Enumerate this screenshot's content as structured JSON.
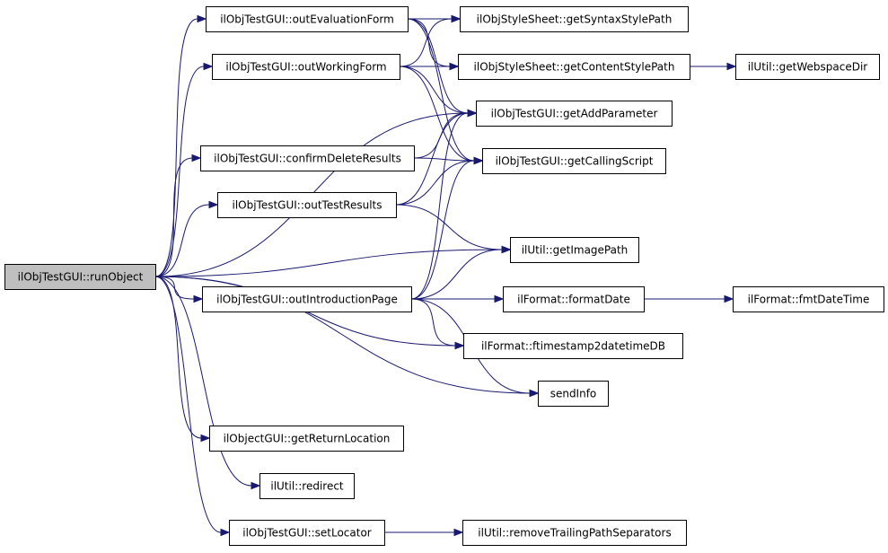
{
  "diagram": {
    "type": "call-graph",
    "edge_color": "#191970",
    "root_fill": "#bfbfbf",
    "nodes": [
      {
        "id": "runObject",
        "label": "ilObjTestGUI::runObject"
      },
      {
        "id": "outEvaluationForm",
        "label": "ilObjTestGUI::outEvaluationForm"
      },
      {
        "id": "outWorkingForm",
        "label": "ilObjTestGUI::outWorkingForm"
      },
      {
        "id": "confirmDeleteResults",
        "label": "ilObjTestGUI::confirmDeleteResults"
      },
      {
        "id": "outTestResults",
        "label": "ilObjTestGUI::outTestResults"
      },
      {
        "id": "outIntroductionPage",
        "label": "ilObjTestGUI::outIntroductionPage"
      },
      {
        "id": "getReturnLocation",
        "label": "ilObjectGUI::getReturnLocation"
      },
      {
        "id": "redirect",
        "label": "ilUtil::redirect"
      },
      {
        "id": "setLocator",
        "label": "ilObjTestGUI::setLocator"
      },
      {
        "id": "getSyntaxStylePath",
        "label": "ilObjStyleSheet::getSyntaxStylePath"
      },
      {
        "id": "getContentStylePath",
        "label": "ilObjStyleSheet::getContentStylePath"
      },
      {
        "id": "getAddParameter",
        "label": "ilObjTestGUI::getAddParameter"
      },
      {
        "id": "getCallingScript",
        "label": "ilObjTestGUI::getCallingScript"
      },
      {
        "id": "getImagePath",
        "label": "ilUtil::getImagePath"
      },
      {
        "id": "formatDate",
        "label": "ilFormat::formatDate"
      },
      {
        "id": "ftimestamp2datetimeDB",
        "label": "ilFormat::ftimestamp2datetimeDB"
      },
      {
        "id": "sendInfo",
        "label": "sendInfo"
      },
      {
        "id": "removeTrailingPathSeparators",
        "label": "ilUtil::removeTrailingPathSeparators"
      },
      {
        "id": "getWebspaceDir",
        "label": "ilUtil::getWebspaceDir"
      },
      {
        "id": "fmtDateTime",
        "label": "ilFormat::fmtDateTime"
      }
    ],
    "edges": [
      {
        "from": "runObject",
        "to": "outEvaluationForm"
      },
      {
        "from": "runObject",
        "to": "outWorkingForm"
      },
      {
        "from": "runObject",
        "to": "getAddParameter"
      },
      {
        "from": "runObject",
        "to": "confirmDeleteResults"
      },
      {
        "from": "runObject",
        "to": "outTestResults"
      },
      {
        "from": "runObject",
        "to": "getImagePath"
      },
      {
        "from": "runObject",
        "to": "outIntroductionPage"
      },
      {
        "from": "runObject",
        "to": "ftimestamp2datetimeDB"
      },
      {
        "from": "runObject",
        "to": "sendInfo"
      },
      {
        "from": "runObject",
        "to": "getReturnLocation"
      },
      {
        "from": "runObject",
        "to": "redirect"
      },
      {
        "from": "runObject",
        "to": "setLocator"
      },
      {
        "from": "outEvaluationForm",
        "to": "getSyntaxStylePath"
      },
      {
        "from": "outEvaluationForm",
        "to": "getContentStylePath"
      },
      {
        "from": "outEvaluationForm",
        "to": "getAddParameter"
      },
      {
        "from": "outEvaluationForm",
        "to": "getCallingScript"
      },
      {
        "from": "outWorkingForm",
        "to": "getSyntaxStylePath"
      },
      {
        "from": "outWorkingForm",
        "to": "getContentStylePath"
      },
      {
        "from": "outWorkingForm",
        "to": "getAddParameter"
      },
      {
        "from": "outWorkingForm",
        "to": "getCallingScript"
      },
      {
        "from": "confirmDeleteResults",
        "to": "getAddParameter"
      },
      {
        "from": "confirmDeleteResults",
        "to": "getCallingScript"
      },
      {
        "from": "outTestResults",
        "to": "getAddParameter"
      },
      {
        "from": "outTestResults",
        "to": "getCallingScript"
      },
      {
        "from": "outTestResults",
        "to": "getImagePath"
      },
      {
        "from": "outIntroductionPage",
        "to": "getAddParameter"
      },
      {
        "from": "outIntroductionPage",
        "to": "getCallingScript"
      },
      {
        "from": "outIntroductionPage",
        "to": "getImagePath"
      },
      {
        "from": "outIntroductionPage",
        "to": "formatDate"
      },
      {
        "from": "outIntroductionPage",
        "to": "ftimestamp2datetimeDB"
      },
      {
        "from": "outIntroductionPage",
        "to": "sendInfo"
      },
      {
        "from": "getContentStylePath",
        "to": "getWebspaceDir"
      },
      {
        "from": "formatDate",
        "to": "fmtDateTime"
      },
      {
        "from": "setLocator",
        "to": "removeTrailingPathSeparators"
      }
    ]
  }
}
